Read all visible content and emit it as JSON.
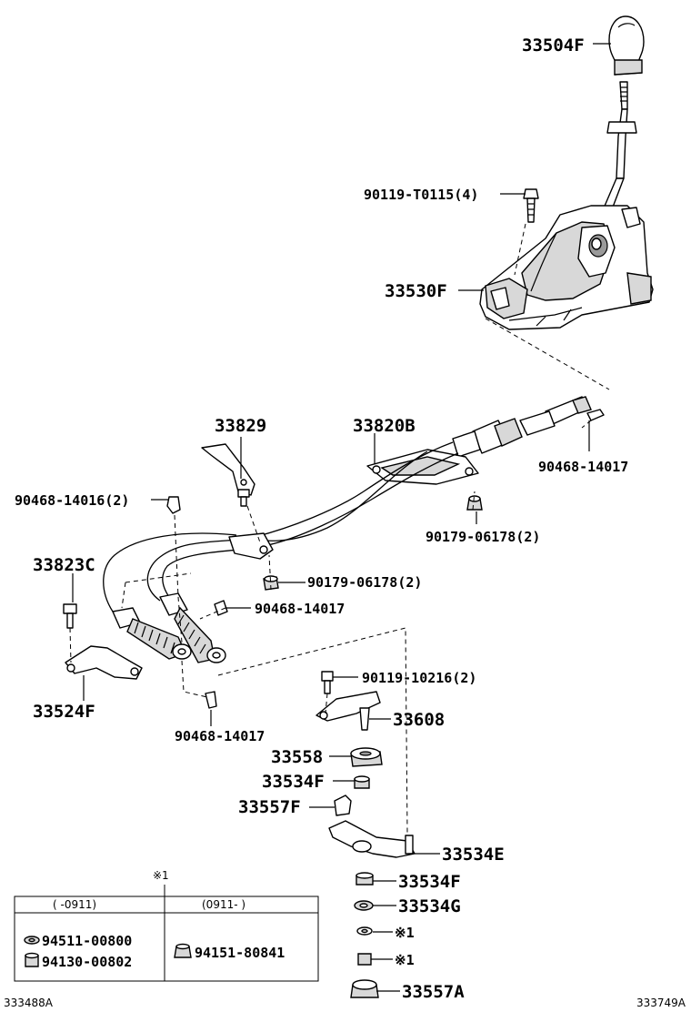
{
  "labels": {
    "knob": "33504F",
    "shifter_bolt": "90119-T0115(4)",
    "shifter_assembly": "33530F",
    "bracket_upper": "33829",
    "cable_assembly": "33820B",
    "clip_right": "90468-14017",
    "clip_left": "90468-14016(2)",
    "nut_right": "90179-06178(2)",
    "bracket_bolt": "33823C",
    "nut_mid": "90179-06178(2)",
    "clip_mid": "90468-14017",
    "bracket_lower": "33524F",
    "clip_bottom": "90468-14017",
    "lever_bolt": "90119-10216(2)",
    "lever": "33608",
    "bushing_large": "33558",
    "collar_upper": "33534F",
    "cushion": "33557F",
    "selector_lever": "33534E",
    "collar_lower": "33534F",
    "washer": "33534G",
    "ref_washer": "※1",
    "ref_nut": "※1",
    "bushing_bottom": "33557A"
  },
  "note_table": {
    "marker": "※1",
    "col1_header": "(    -0911)",
    "col2_header": "(0911-     )",
    "col1_items": [
      "94511-00800",
      "94130-00802"
    ],
    "col2_items": [
      "94151-80841"
    ]
  },
  "footer": {
    "left_code": "333488A",
    "right_code": "333749A"
  }
}
